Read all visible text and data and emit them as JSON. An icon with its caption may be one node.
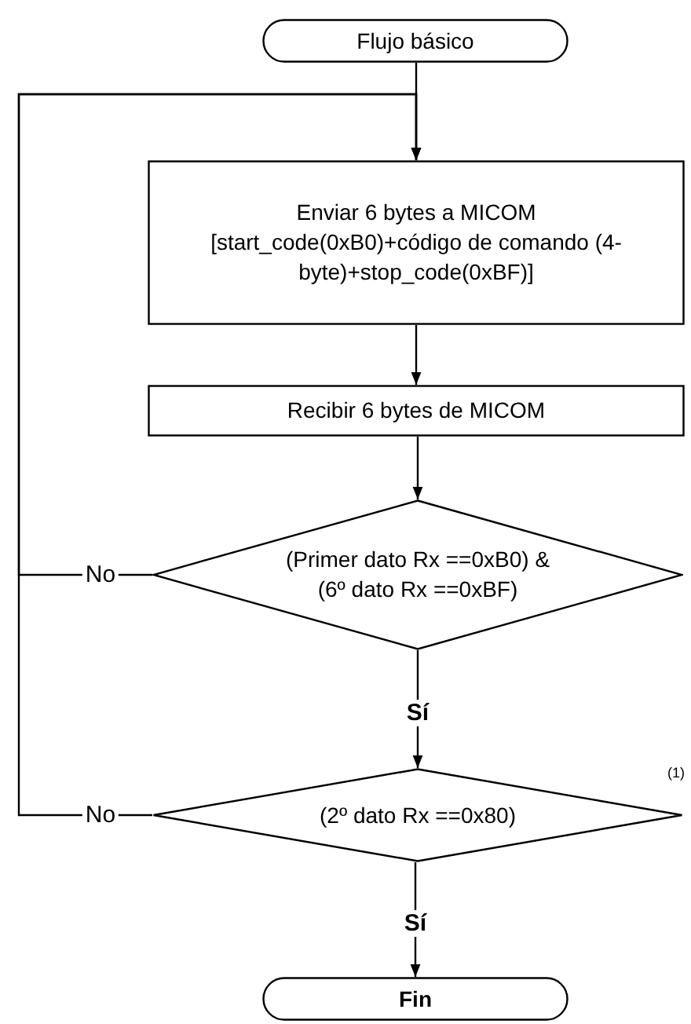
{
  "diagram": {
    "nodes": [
      {
        "text": [
          "Flujo básico"
        ]
      },
      {
        "text": [
          "Enviar 6 bytes a MICOM [start_code(0xB0)+código de comando (4-byte)+stop_code(0xBF)]"
        ]
      },
      {
        "text": [
          "Recibir 6 bytes de MICOM"
        ]
      },
      {
        "text": [
          "(Primer dato Rx ==0xB0) &(6º dato Rx ==0xBF)"
        ]
      },
      {
        "text": [
          "(2º dato Rx ==0x80)"
        ],
        "beside": [
          "(1)"
        ]
      },
      {
        "text": [
          "Fin"
        ]
      }
    ],
    "edges": [
      {
        "from": 0,
        "to": 1,
        "arrow": "to"
      },
      {
        "from": 1,
        "to": 2,
        "arrow": "to"
      },
      {
        "from": 2,
        "to": 3,
        "arrow": "to"
      },
      {
        "from": 3,
        "to": 4,
        "arrow": "to",
        "label": "Sí"
      },
      {
        "from": 4,
        "to": 5,
        "arrow": "to",
        "label": "Sí"
      },
      {
        "from": 3,
        "to": 1,
        "arrow": "to",
        "label": "No"
      },
      {
        "from": 4,
        "to": 1,
        "arrow": "to",
        "label": "No"
      }
    ]
  }
}
